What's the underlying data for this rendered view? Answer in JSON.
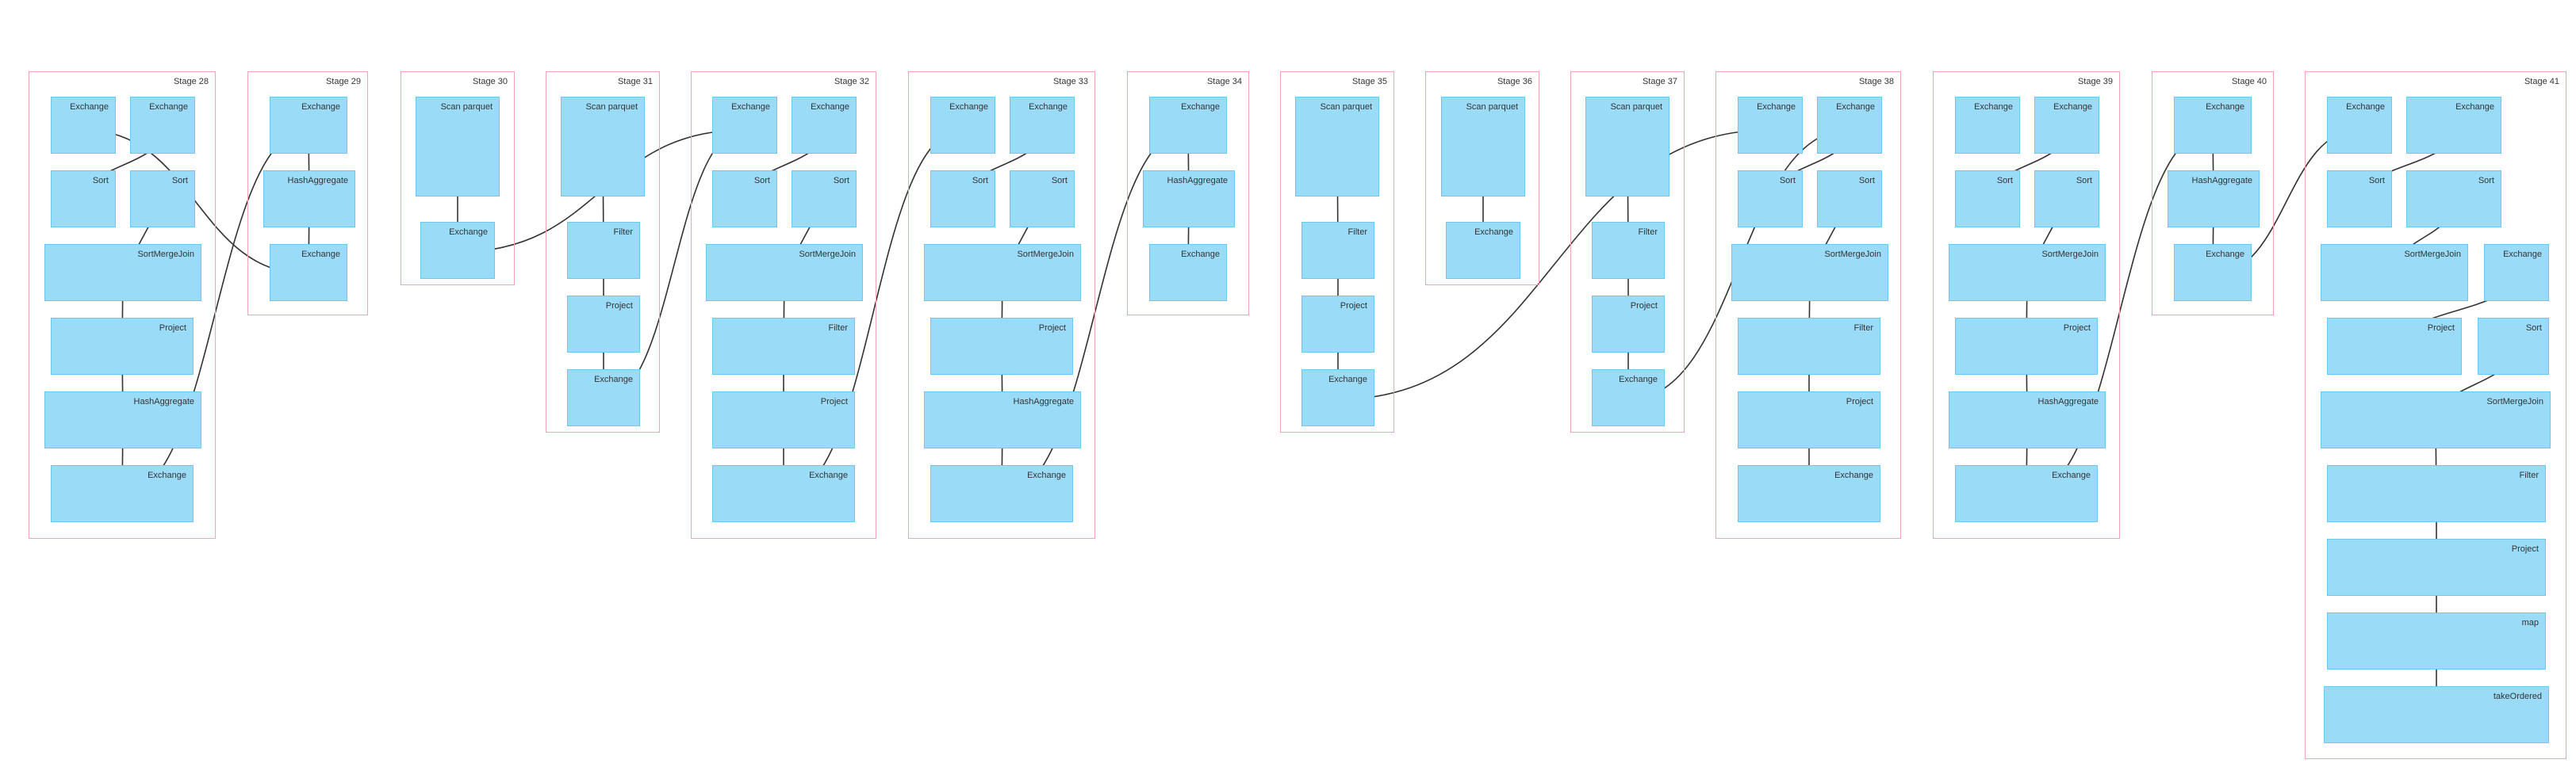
{
  "stages": [
    {
      "title": "Stage 28",
      "ops": [
        "Exchange",
        "Exchange",
        "Sort",
        "Sort",
        "SortMergeJoin",
        "Project",
        "HashAggregate",
        "Exchange"
      ]
    },
    {
      "title": "Stage 29",
      "ops": [
        "Exchange",
        "HashAggregate",
        "Exchange"
      ]
    },
    {
      "title": "Stage 30",
      "ops": [
        "Scan parquet",
        "Exchange"
      ]
    },
    {
      "title": "Stage 31",
      "ops": [
        "Scan parquet",
        "Filter",
        "Project",
        "Exchange"
      ]
    },
    {
      "title": "Stage 32",
      "ops": [
        "Exchange",
        "Exchange",
        "Sort",
        "Sort",
        "SortMergeJoin",
        "Filter",
        "Project",
        "Exchange"
      ]
    },
    {
      "title": "Stage 33",
      "ops": [
        "Exchange",
        "Exchange",
        "Sort",
        "Sort",
        "SortMergeJoin",
        "Project",
        "HashAggregate",
        "Exchange"
      ]
    },
    {
      "title": "Stage 34",
      "ops": [
        "Exchange",
        "HashAggregate",
        "Exchange"
      ]
    },
    {
      "title": "Stage 35",
      "ops": [
        "Scan parquet",
        "Filter",
        "Project",
        "Exchange"
      ]
    },
    {
      "title": "Stage 36",
      "ops": [
        "Scan parquet",
        "Exchange"
      ]
    },
    {
      "title": "Stage 37",
      "ops": [
        "Scan parquet",
        "Filter",
        "Project",
        "Exchange"
      ]
    },
    {
      "title": "Stage 38",
      "ops": [
        "Exchange",
        "Exchange",
        "Sort",
        "Sort",
        "SortMergeJoin",
        "Filter",
        "Project",
        "Exchange"
      ]
    },
    {
      "title": "Stage 39",
      "ops": [
        "Exchange",
        "Exchange",
        "Sort",
        "Sort",
        "SortMergeJoin",
        "Project",
        "HashAggregate",
        "Exchange"
      ]
    },
    {
      "title": "Stage 40",
      "ops": [
        "Exchange",
        "HashAggregate",
        "Exchange"
      ]
    },
    {
      "title": "Stage 41",
      "ops": [
        "Exchange",
        "Exchange",
        "Sort",
        "Sort",
        "SortMergeJoin",
        "Exchange",
        "Project",
        "Sort",
        "SortMergeJoin",
        "Filter",
        "Project",
        "map",
        "takeOrdered"
      ]
    }
  ],
  "colors": {
    "stage_border": "#f4a3b5",
    "op_fill": "#9adcf8",
    "op_border": "#6bc9ef",
    "edge": "#333333"
  }
}
